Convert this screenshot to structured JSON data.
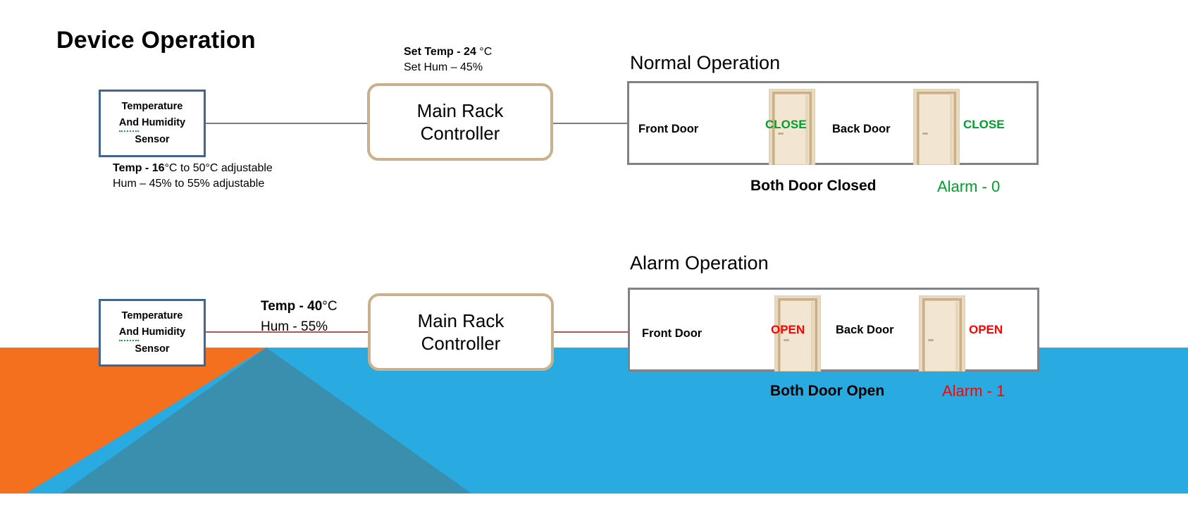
{
  "page": {
    "title": "Device Operation",
    "background": {
      "orange": "#F4701F",
      "light_blue": "#29ABE2",
      "teal": "#3B8FAE",
      "white": "#FFFFFF"
    }
  },
  "colors": {
    "sensor_border": "#44658F",
    "controller_border": "#C8B18C",
    "panel_border": "#808285",
    "state_close": "#00A02C",
    "state_open": "#FF0000",
    "connector": "#7B7B7B"
  },
  "normal_flow": {
    "sensor": {
      "line1": "Temperature",
      "line2_a": "And",
      "line2_b": "Humidity",
      "line3": "Sensor"
    },
    "sensor_range": {
      "temp_bold": "Temp - 16",
      "temp_rest": "°C to 50°C adjustable",
      "hum": "Hum – 45% to 55% adjustable"
    },
    "setpoint": {
      "temp_bold": "Set Temp - 24",
      "temp_unit": "°C",
      "hum": "Set Hum – 45%"
    },
    "controller": {
      "line1": "Main Rack",
      "line2": "Controller"
    },
    "panel": {
      "title": "Normal Operation",
      "front_door_label": "Front Door",
      "front_door_state": "CLOSE",
      "back_door_label": "Back Door",
      "back_door_state": "CLOSE"
    },
    "summary": "Both Door Closed",
    "alarm": "Alarm - 0"
  },
  "alarm_flow": {
    "sensor": {
      "line1": "Temperature",
      "line2_a": "And",
      "line2_b": "Humidity",
      "line3": "Sensor"
    },
    "readings": {
      "temp_bold": "Temp - 40",
      "temp_unit": "°C",
      "hum": "Hum - 55%"
    },
    "controller": {
      "line1": "Main Rack",
      "line2": "Controller"
    },
    "panel": {
      "title": "Alarm Operation",
      "front_door_label": "Front Door",
      "front_door_state": "OPEN",
      "back_door_label": "Back Door",
      "back_door_state": "OPEN"
    },
    "summary": "Both Door Open",
    "alarm": "Alarm - 1"
  }
}
